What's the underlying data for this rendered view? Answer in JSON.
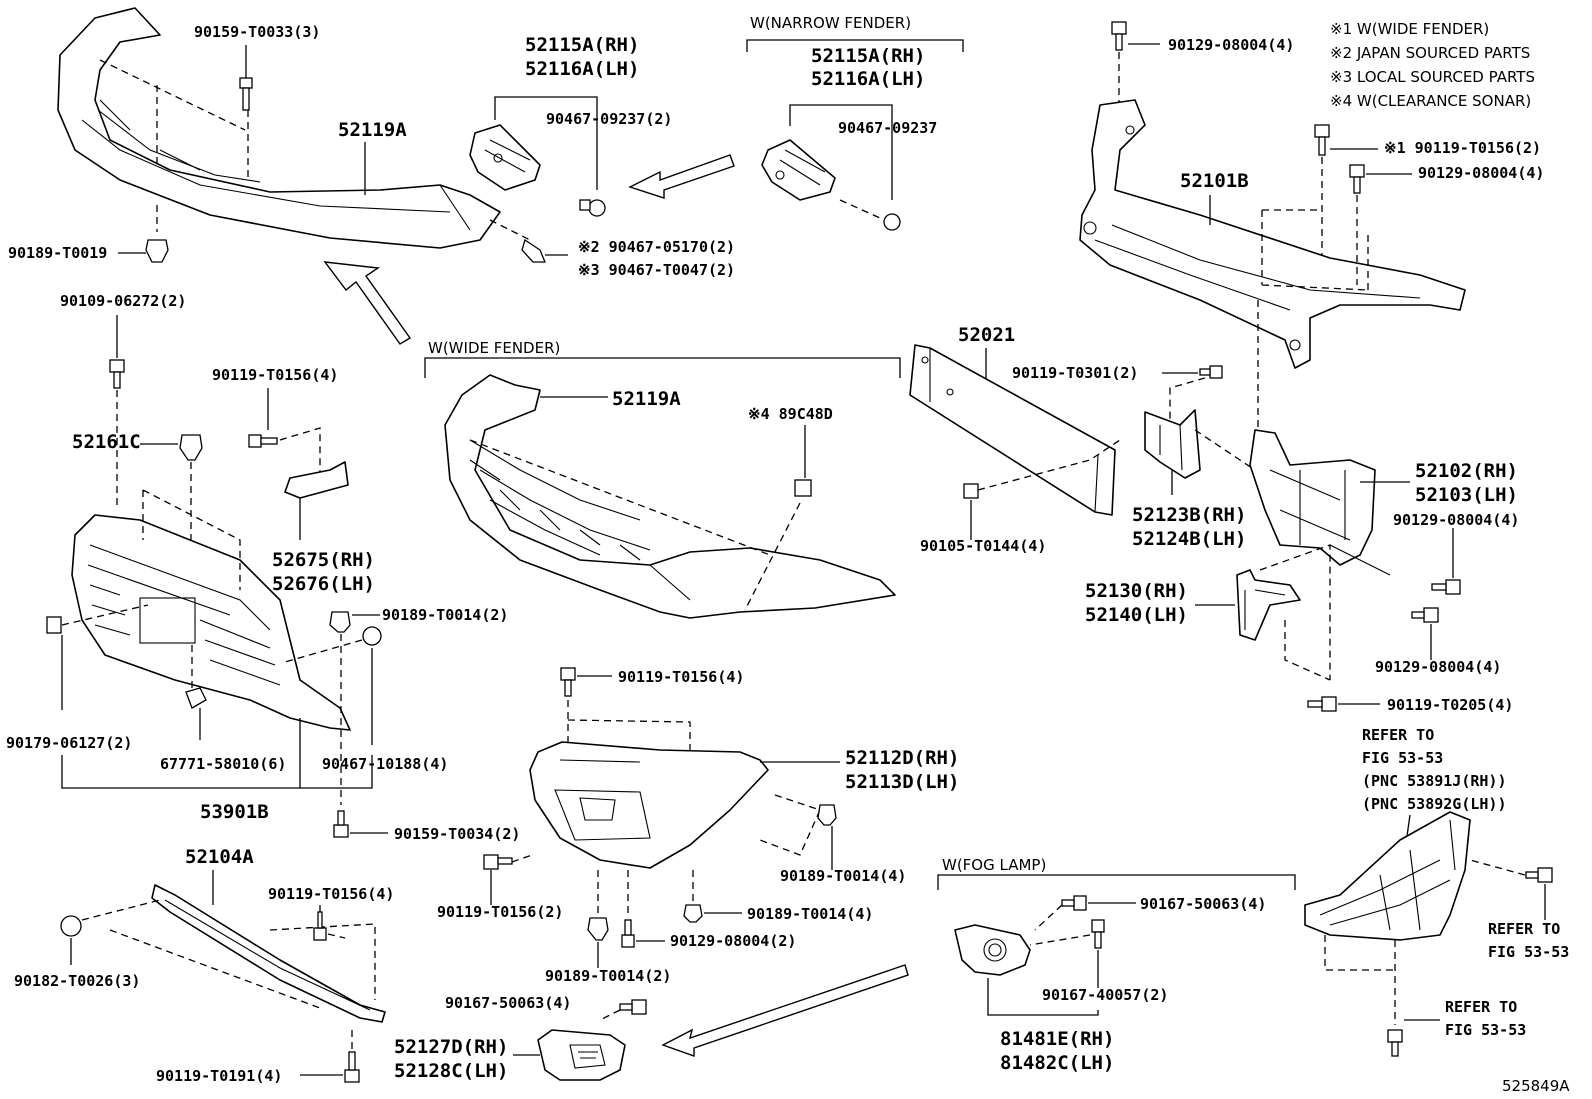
{
  "labels": {
    "p90159_t0033": "90159-T0033(3)",
    "p52119a_top": "52119A",
    "p90189_t0019": "90189-T0019",
    "p52115a_rh_1": "52115A(RH)",
    "p52116a_lh_1": "52116A(LH)",
    "p90467_09237_2": "90467-09237(2)",
    "narrow_fender": "W(NARROW FENDER)",
    "p52115a_rh_2": "52115A(RH)",
    "p52116a_lh_2": "52116A(LH)",
    "p90467_09237": "90467-09237",
    "p90467_05170": "※2 90467-05170(2)",
    "p90467_t0047": "※3 90467-T0047(2)",
    "p90129_08004_top": "90129-08004(4)",
    "note1": "※1 W(WIDE FENDER)",
    "note2": "※2 JAPAN SOURCED PARTS",
    "note3": "※3 LOCAL SOURCED PARTS",
    "note4": "※4 W(CLEARANCE SONAR)",
    "p90119_t0156_2": "※1 90119-T0156(2)",
    "p90129_08004_mid": "90129-08004(4)",
    "p52101b": "52101B",
    "p90109_06272": "90109-06272(2)",
    "wide_fender": "W(WIDE FENDER)",
    "p52119a_mid": "52119A",
    "p89c48d": "※4 89C48D",
    "p52021": "52021",
    "p90119_t0301": "90119-T0301(2)",
    "p90119_t0156_left": "90119-T0156(4)",
    "p52161c": "52161C",
    "p52102_rh": "52102(RH)",
    "p52103_lh": "52103(LH)",
    "p90129_08004_r1": "90129-08004(4)",
    "p52675_rh": "52675(RH)",
    "p52676_lh": "52676(LH)",
    "p90105_t0144": "90105-T0144(4)",
    "p52123b_rh": "52123B(RH)",
    "p52124b_lh": "52124B(LH)",
    "p52130_rh": "52130(RH)",
    "p52140_lh": "52140(LH)",
    "p90189_t0014_a": "90189-T0014(2)",
    "p90129_08004_r2": "90129-08004(4)",
    "p90119_t0156_mid": "90119-T0156(4)",
    "p90119_t0205": "90119-T0205(4)",
    "p90179_06127": "90179-06127(2)",
    "p67771_58010": "67771-58010(6)",
    "p90467_10188": "90467-10188(4)",
    "p52112d_rh": "52112D(RH)",
    "p52113d_lh": "52113D(LH)",
    "refer_1": "REFER TO",
    "fig_1": "FIG 53-53",
    "pnc_1": "(PNC 53891J(RH))",
    "pnc_2": "(PNC 53892G(LH))",
    "p53901b": "53901B",
    "p90159_t0034": "90159-T0034(2)",
    "p52104a": "52104A",
    "p90189_t0014_b": "90189-T0014(4)",
    "fog_lamp": "W(FOG LAMP)",
    "p90119_t0156_bl": "90119-T0156(4)",
    "p90119_t0156_b2": "90119-T0156(2)",
    "p90189_t0014_c": "90189-T0014(4)",
    "p90167_50063_r": "90167-50063(4)",
    "refer_2": "REFER TO",
    "fig_2": "FIG 53-53",
    "p90182_t0026": "90182-T0026(3)",
    "p90129_08004_b": "90129-08004(2)",
    "p90167_40057": "90167-40057(2)",
    "p90189_t0014_d": "90189-T0014(2)",
    "p90167_50063_l": "90167-50063(4)",
    "refer_3": "REFER TO",
    "fig_3": "FIG 53-53",
    "p52127d_rh": "52127D(RH)",
    "p52128c_lh": "52128C(LH)",
    "p81481e_rh": "81481E(RH)",
    "p81482c_lh": "81482C(LH)",
    "p90119_t0191": "90119-T0191(4)",
    "diagram_id": "525849A"
  }
}
